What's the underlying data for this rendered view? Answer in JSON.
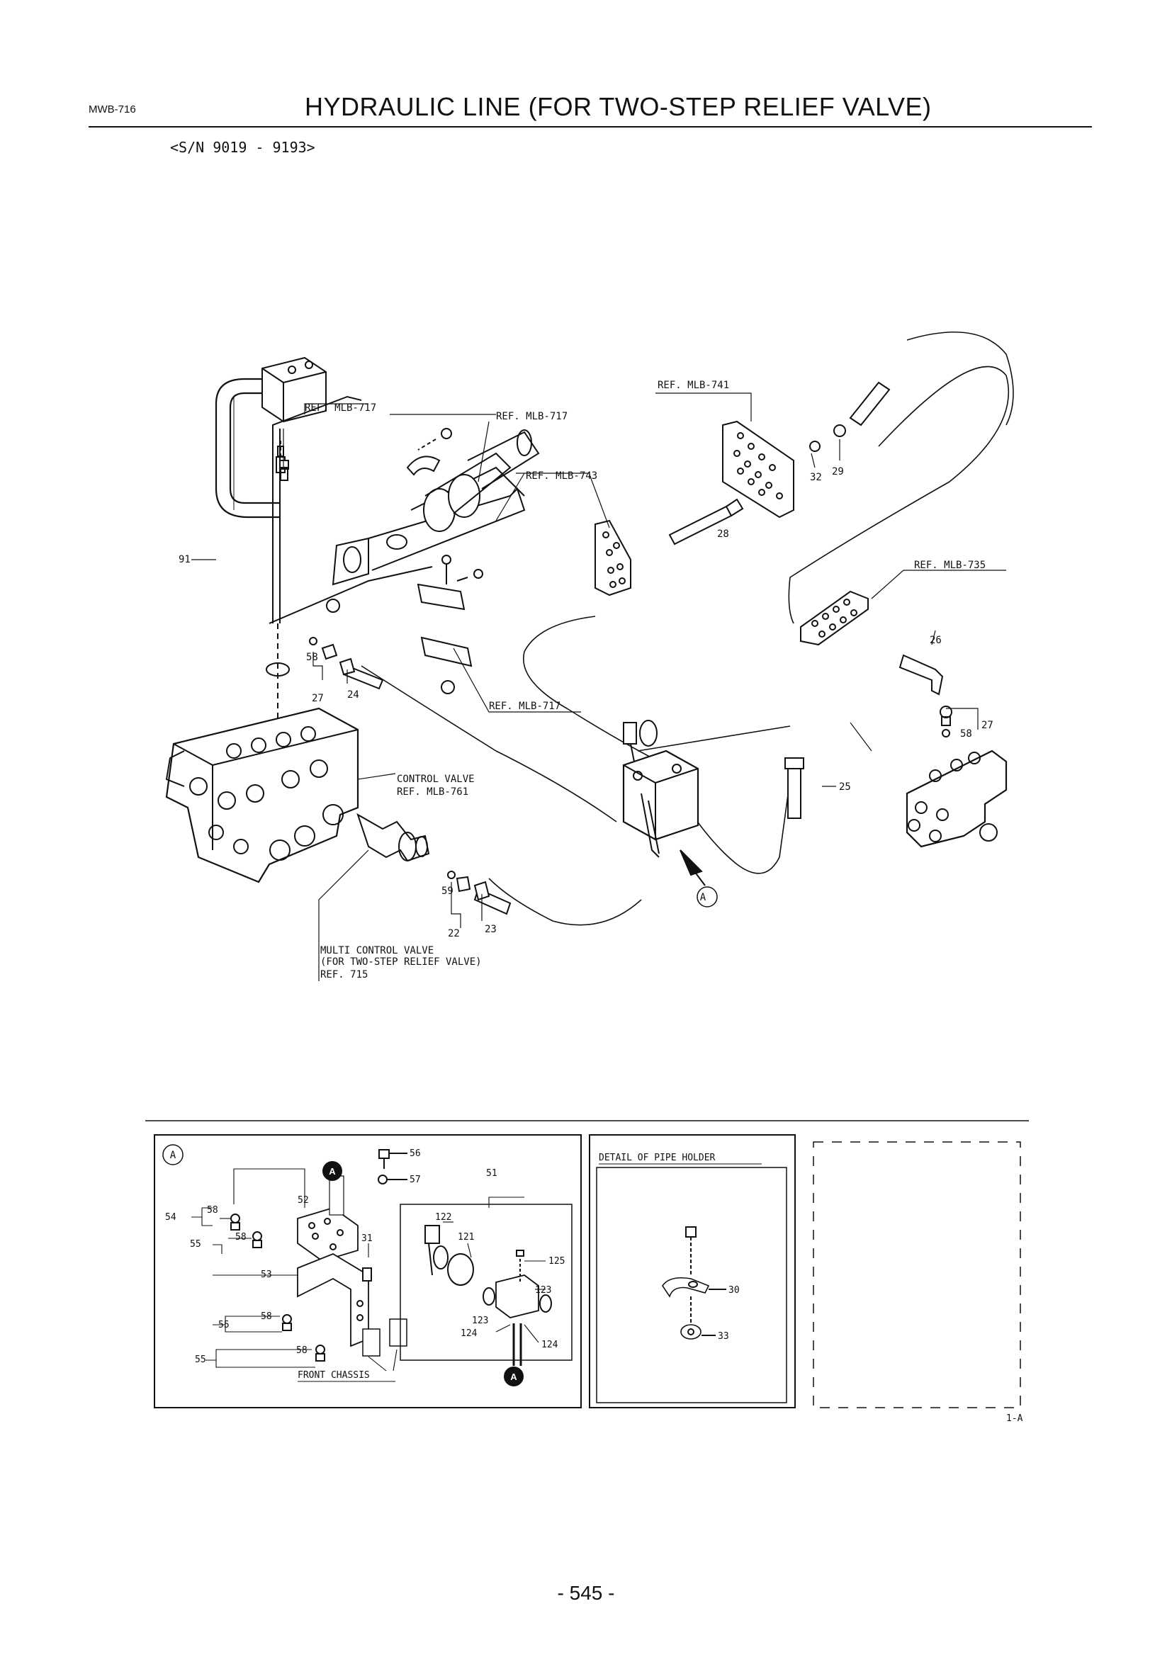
{
  "header": {
    "code": "MWB-716",
    "title": "HYDRAULIC LINE (FOR TWO-STEP RELIEF VALVE)",
    "serial_range": "<S/N 9019 - 9193>"
  },
  "main_diagram": {
    "refs": {
      "ref_717_a": "REF. MLB-717",
      "ref_717_b": "REF. MLB-717",
      "ref_717_c": "REF. MLB-717",
      "ref_741": "REF. MLB-741",
      "ref_743": "REF. MLB-743",
      "ref_735": "REF. MLB-735"
    },
    "control_valve": {
      "name": "CONTROL VALVE",
      "ref": "REF. MLB-761"
    },
    "multi_control_valve": {
      "line1": "MULTI CONTROL VALVE",
      "line2": "(FOR TWO-STEP RELIEF VALVE)",
      "ref": "REF. 715"
    },
    "callouts": {
      "c91": "91",
      "c58a": "58",
      "c27a": "27",
      "c24": "24",
      "c28": "28",
      "c32": "32",
      "c29": "29",
      "c26": "26",
      "c27b": "27",
      "c58b": "58",
      "c25": "25",
      "c59": "59",
      "c22": "22",
      "c23": "23"
    },
    "detail_marker": "A"
  },
  "detail_a": {
    "marker": "A",
    "labels": {
      "c56": "56",
      "c57": "57",
      "c51": "51",
      "c52": "52",
      "c54": "54",
      "c58a": "58",
      "c55a": "55",
      "c58b": "58",
      "c53": "53",
      "c31": "31",
      "c55b": "55",
      "c58c": "58",
      "c55c": "55",
      "c58d": "58",
      "c122": "122",
      "c121": "121",
      "c125": "125",
      "c123a": "123",
      "c123b": "123",
      "c124a": "124",
      "c124b": "124"
    },
    "front_chassis": "FRONT CHASSIS",
    "sub_marker": "A"
  },
  "pipe_holder": {
    "title": "DETAIL OF PIPE HOLDER",
    "c30": "30",
    "c33": "33"
  },
  "figure_id": "1-A",
  "page_number": "- 545 -"
}
